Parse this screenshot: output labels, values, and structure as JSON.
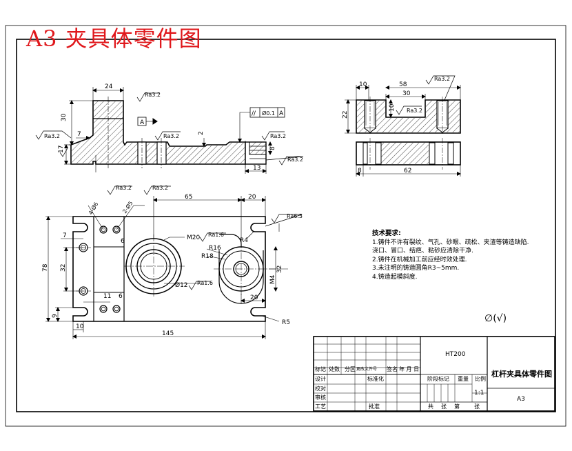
{
  "sheet_title": "A3 夹具体零件图",
  "dims": {
    "front_top_width": "24",
    "front_height": "30",
    "front_small": "7",
    "front_base": "17",
    "front_step": "2",
    "front_slot_depth": "8",
    "front_slot_width": "13",
    "side_width_top": "58",
    "side_slot_width": "30",
    "side_slot_depth": "10",
    "side_left": "10",
    "side_height": "22",
    "side_bottom_left": "8",
    "side_total": "62",
    "top_total": "145",
    "top_center": "65",
    "top_right": "20",
    "top_height": "78",
    "top_hole_spacing": "32",
    "top_left_offset": "10",
    "top_left_hole": "7",
    "top_bottom_hole": "9",
    "top_hole_x": "11",
    "top_hole_gap": "6",
    "top_hole_gap2": "6",
    "top_right_bottom": "20",
    "top_right_height": "32",
    "top_m4": "M4",
    "r4": "R4",
    "r5": "R5",
    "r16": "R16",
    "r18": "R18",
    "m20": "M20",
    "phi12": "Ø12",
    "hole_4x": "4-Ø6",
    "hole_2x": "2-Ø5",
    "tol_sym": "//",
    "tol_val": "Ø0.1",
    "datum": "A"
  },
  "roughness": {
    "ra32": "Ra3.2",
    "ra16": "Ra1.6",
    "ra63": "Ra6.3"
  },
  "general_roughness": "∅(√)",
  "notes": {
    "heading": "技术要求:",
    "items": [
      "1.铸件不许有裂纹、气孔、砂眼、疏松、夹渣等铸造缺陷.",
      "   浇口、冒口、结疤、粘砂应清除干净.",
      "2.铸件在机械加工前应经时效处理.",
      "3.未注明的铸造圆角R3~5mm.",
      "4.铸造起模斜度."
    ]
  },
  "title_block": {
    "material": "HT200",
    "drawing_name": "杠杆夹具体零件图",
    "scale": "1:1",
    "sheet_size": "A3",
    "h_mark": "标记",
    "h_count": "处数",
    "h_zone": "分区",
    "h_doc": "更改文件号",
    "h_sign": "签名",
    "h_date": "年 月 日",
    "design": "设计",
    "standardize": "标准化",
    "check": "校对",
    "review": "审核",
    "process": "工艺",
    "approve": "批准",
    "stage_mark": "阶段标记",
    "weight": "重量",
    "ratio_label": "比例",
    "sheets_total": "共",
    "sheets_unit": "张",
    "sheet_no": "第",
    "sheet_unit2": "张"
  }
}
